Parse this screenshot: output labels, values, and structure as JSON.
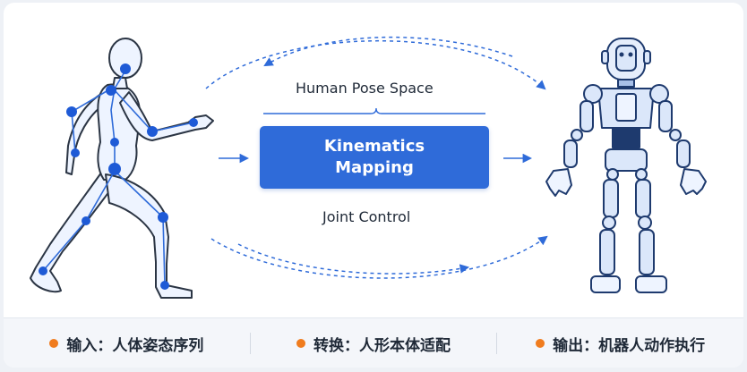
{
  "center": {
    "top_label": "Human Pose Space",
    "box_line1": "Kinematics",
    "box_line2": "Mapping",
    "bottom_label": "Joint Control"
  },
  "footer": {
    "items": [
      {
        "label": "输入：人体姿态序列"
      },
      {
        "label": "转换：人形本体适配"
      },
      {
        "label": "输出：机器人动作执行"
      }
    ]
  },
  "colors": {
    "accent_blue": "#2f6bd9",
    "joint_blue": "#1e5ad6",
    "bullet_orange": "#f07c1e",
    "outline": "#2b3544",
    "body_fill": "#eef4ff",
    "robot_fill": "#dbe7fa",
    "robot_dark": "#1e3a6e"
  }
}
